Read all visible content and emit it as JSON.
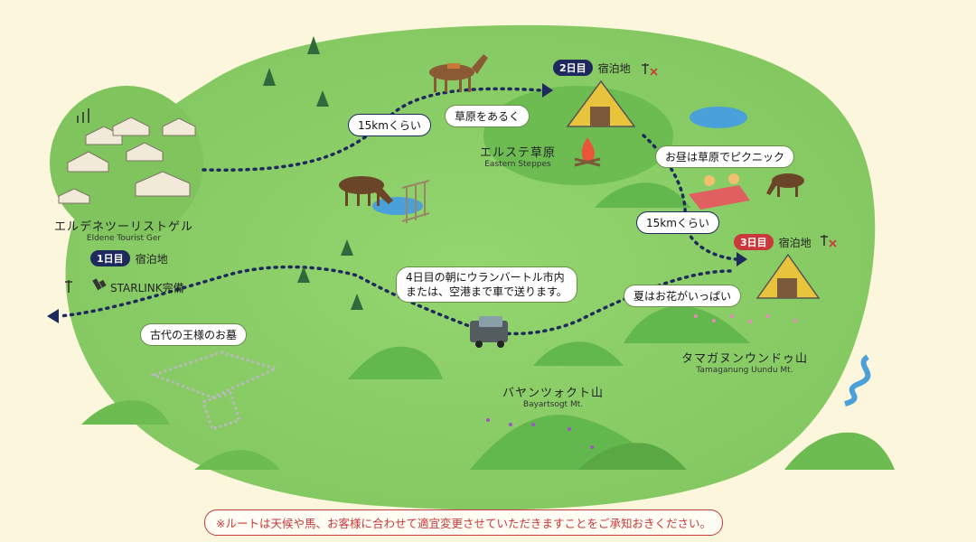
{
  "map": {
    "colors": {
      "paper": "#fbf6dc",
      "grass": "#8fd16a",
      "grass_dark": "#62b84c",
      "route": "#1e2a5e",
      "badge_navy": "#1e2a5e",
      "badge_red": "#c9383a",
      "tent": "#e8c43c",
      "water": "#4aa0d8"
    },
    "places": {
      "eldene": {
        "jp": "エルデネツーリストゲル",
        "en": "Eldene Tourist Ger"
      },
      "eastern_steppes": {
        "jp": "エルステ草原",
        "en": "Eastern Steppes"
      },
      "tamaganung": {
        "jp": "タマガヌンウンドゥ山",
        "en": "Tamaganung Uundu Mt."
      },
      "bayartsogt": {
        "jp": "バヤンツォクト山",
        "en": "Bayartsogt Mt."
      }
    },
    "days": {
      "day1": {
        "badge": "1日目",
        "label": "宿泊地"
      },
      "day2": {
        "badge": "2日目",
        "label": "宿泊地"
      },
      "day3": {
        "badge": "3日目",
        "label": "宿泊地"
      }
    },
    "callouts": {
      "distance1": "15kmくらい",
      "distance2": "15kmくらい",
      "walk": "草原をあるく",
      "picnic": "お昼は草原でピクニック",
      "flowers": "夏はお花がいっぱい",
      "return_line1": "4日目の朝にウランバートル市内",
      "return_line2": "または、空港まで車で送ります。",
      "tombs": "古代の王様のお墓"
    },
    "starlink": "STARLINK完備",
    "icons": [
      "horse-icon",
      "ger-icon",
      "tent-icon",
      "campfire-icon",
      "antenna-icon",
      "satellite-icon",
      "car-icon",
      "tree-icon",
      "picnic-icon",
      "river-icon"
    ],
    "footnote": "※ルートは天候や馬、お客様に合わせて適宜変更させていただきますことをご承知おきください。"
  }
}
